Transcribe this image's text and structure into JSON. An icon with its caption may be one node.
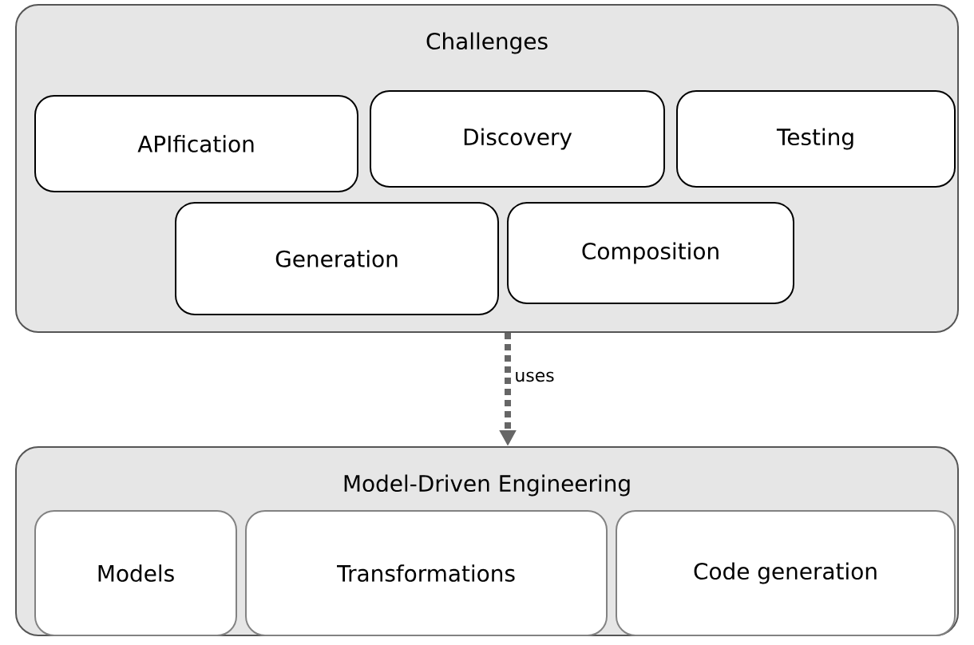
{
  "diagram": {
    "nodes": [
      {
        "text": [
          "Challenges"
        ]
      },
      {
        "text": [
          "APIfication"
        ],
        "in": 0
      },
      {
        "text": [
          "Discovery"
        ],
        "in": 0
      },
      {
        "text": [
          "Testing"
        ],
        "in": 0
      },
      {
        "text": [
          "Generation"
        ],
        "in": 0
      },
      {
        "text": [
          "Composition"
        ],
        "in": 0
      },
      {
        "text": [
          "Model-Driven Engineering"
        ]
      },
      {
        "text": [
          "Models"
        ],
        "in": 6
      },
      {
        "text": [
          "Transformations"
        ],
        "in": 6
      },
      {
        "text": [
          "Code generation"
        ],
        "in": 6
      }
    ],
    "edges": [
      {
        "from": 0,
        "to": 6,
        "arrow": "to",
        "label": "uses",
        "style": "dashed",
        "color": "#666666"
      }
    ]
  }
}
